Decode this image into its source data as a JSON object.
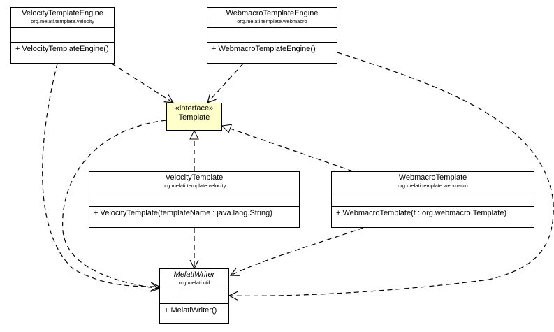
{
  "classes": {
    "velocity_engine": {
      "name": "VelocityTemplateEngine",
      "package": "org.melati.template.velocity",
      "operation": "+ VelocityTemplateEngine()"
    },
    "webmacro_engine": {
      "name": "WebmacroTemplateEngine",
      "package": "org.melati.template.webmacro",
      "operation": "+ WebmacroTemplateEngine()"
    },
    "template": {
      "stereotype": "«interface»",
      "name": "Template"
    },
    "velocity_template": {
      "name": "VelocityTemplate",
      "package": "org.melati.template.velocity",
      "operation": "+ VelocityTemplate(templateName : java.lang.String)"
    },
    "webmacro_template": {
      "name": "WebmacroTemplate",
      "package": "org.melati.template.webmacro",
      "operation": "+ WebmacroTemplate(t : org.webmacro.Template)"
    },
    "melati_writer": {
      "name": "MelatiWriter",
      "package": "org.melati.util",
      "operation": "+ MelatiWriter()"
    }
  },
  "colors": {
    "interface_fill": "#ffffcc",
    "class_fill": "#ffffff",
    "line": "#000000"
  }
}
